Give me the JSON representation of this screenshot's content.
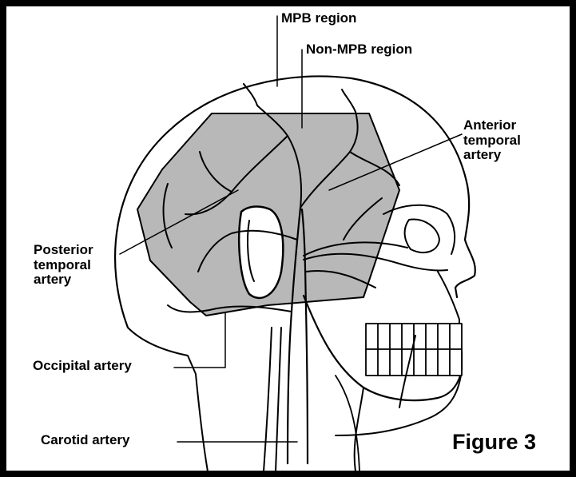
{
  "figure": {
    "title": "Figure 3"
  },
  "labels": {
    "mpb_region": "MPB region",
    "non_mpb_region": "Non-MPB region",
    "anterior_temporal_artery": [
      "Anterior",
      "temporal",
      "artery"
    ],
    "posterior_temporal_artery": [
      "Posterior",
      "temporal",
      "artery"
    ],
    "occipital_artery": "Occipital artery",
    "carotid_artery": "Carotid artery"
  },
  "colors": {
    "frame": "#000000",
    "background": "#ffffff",
    "shaded_region": "#b8b8b8",
    "ink": "#000000"
  }
}
